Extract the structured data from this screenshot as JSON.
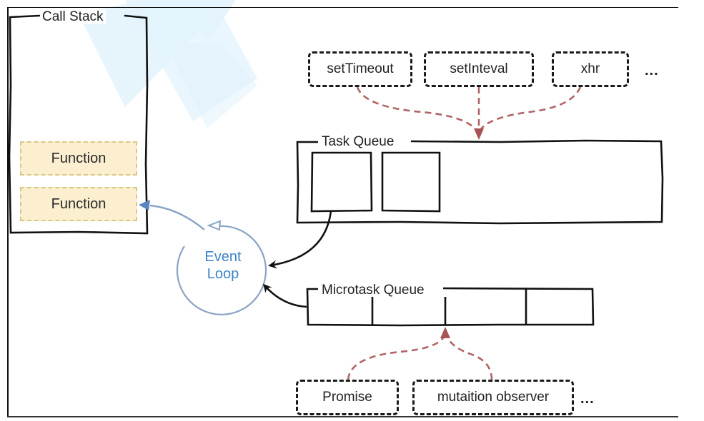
{
  "diagram": {
    "title": "JavaScript Event Loop",
    "call_stack": {
      "label": "Call Stack",
      "frames": [
        {
          "label": "Function"
        },
        {
          "label": "Function"
        }
      ]
    },
    "event_loop": {
      "line1": "Event",
      "line2": "Loop"
    },
    "task_queue": {
      "label": "Task Queue",
      "slots": 2,
      "sources": [
        {
          "label": "setTimeout"
        },
        {
          "label": "setInteval"
        },
        {
          "label": "xhr"
        }
      ],
      "more": "..."
    },
    "microtask_queue": {
      "label": "Microtask Queue",
      "slots": 4,
      "sources": [
        {
          "label": "Promise"
        },
        {
          "label": "mutaition observer"
        }
      ],
      "more": "..."
    },
    "colors": {
      "outline": "#111111",
      "event_loop": "#8aa4c4",
      "event_loop_text": "#3f83c8",
      "source_arrow": "#b06565",
      "function_fill": "#fbefcf",
      "function_border": "#d8c888",
      "watermark": "#e3f4fc"
    }
  }
}
